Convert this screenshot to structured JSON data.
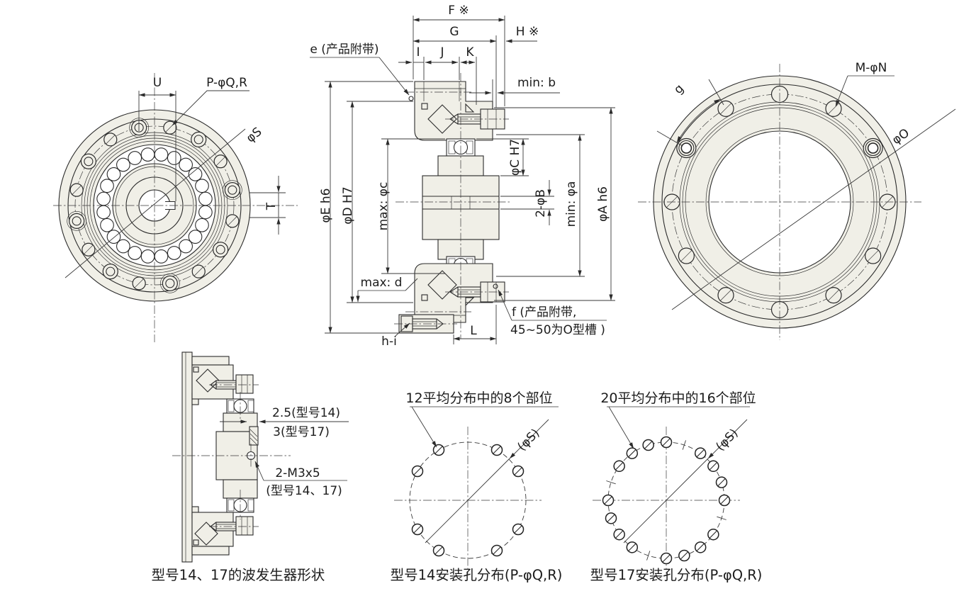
{
  "drawing": {
    "front_view": {
      "dim_u": "U",
      "holes_label": "P-φQ,R",
      "dia_s": "φS",
      "dim_t": "T",
      "bolt_count": 16,
      "ball_count": 24
    },
    "section": {
      "dim_f": "F ※",
      "dim_g": "G",
      "dim_h": "H ※",
      "dim_i": "I",
      "dim_j": "J",
      "dim_k": "K",
      "label_e": "e (产品附带)",
      "min_b": "min: b",
      "dia_e": "φE h6",
      "dia_d": "φD H7",
      "max_c": "max: φc",
      "dia_c": "φC H7",
      "two_b": "2-φB",
      "min_a": "min: φa",
      "dia_a": "φA h6",
      "max_d": "max: d",
      "label_hi": "h-i",
      "dim_l": "L",
      "label_f_line1": "f (产品附带,",
      "label_f_line2": "45~50为O型槽 )"
    },
    "rear_view": {
      "dim_g": "g",
      "label_mn": "M-φN",
      "dia_o": "φO",
      "hole_count": 12
    },
    "wave_gen": {
      "dim_model14": "2.5(型号14)",
      "dim_model17": "3(型号17)",
      "label_m3": "2-M3x5",
      "label_models": "(型号14、17)",
      "caption": "型号14、17的波发生器形状"
    },
    "holes14": {
      "note": "12平均分布中的8个部位",
      "dia_s": "(φS)",
      "caption": "型号14安装孔分布(P-φQ,R)",
      "total": 12,
      "present_angles": [
        30,
        60,
        120,
        150,
        210,
        240,
        300,
        330
      ]
    },
    "holes17": {
      "note": "20平均分布中的16个部位",
      "dia_s": "(φS)",
      "caption": "型号17安装孔分布(P-φQ,R)",
      "total": 20,
      "present_angles": [
        0,
        18,
        36,
        54,
        90,
        108,
        126,
        144,
        180,
        198,
        216,
        234,
        270,
        288,
        306,
        324
      ],
      "tick_angles": [
        72,
        162,
        252,
        342
      ]
    },
    "colors": {
      "part_fill": "#f0efe7",
      "line": "#2b2b2b",
      "leader_rule": "#9a9a9a",
      "background": "#ffffff"
    }
  }
}
